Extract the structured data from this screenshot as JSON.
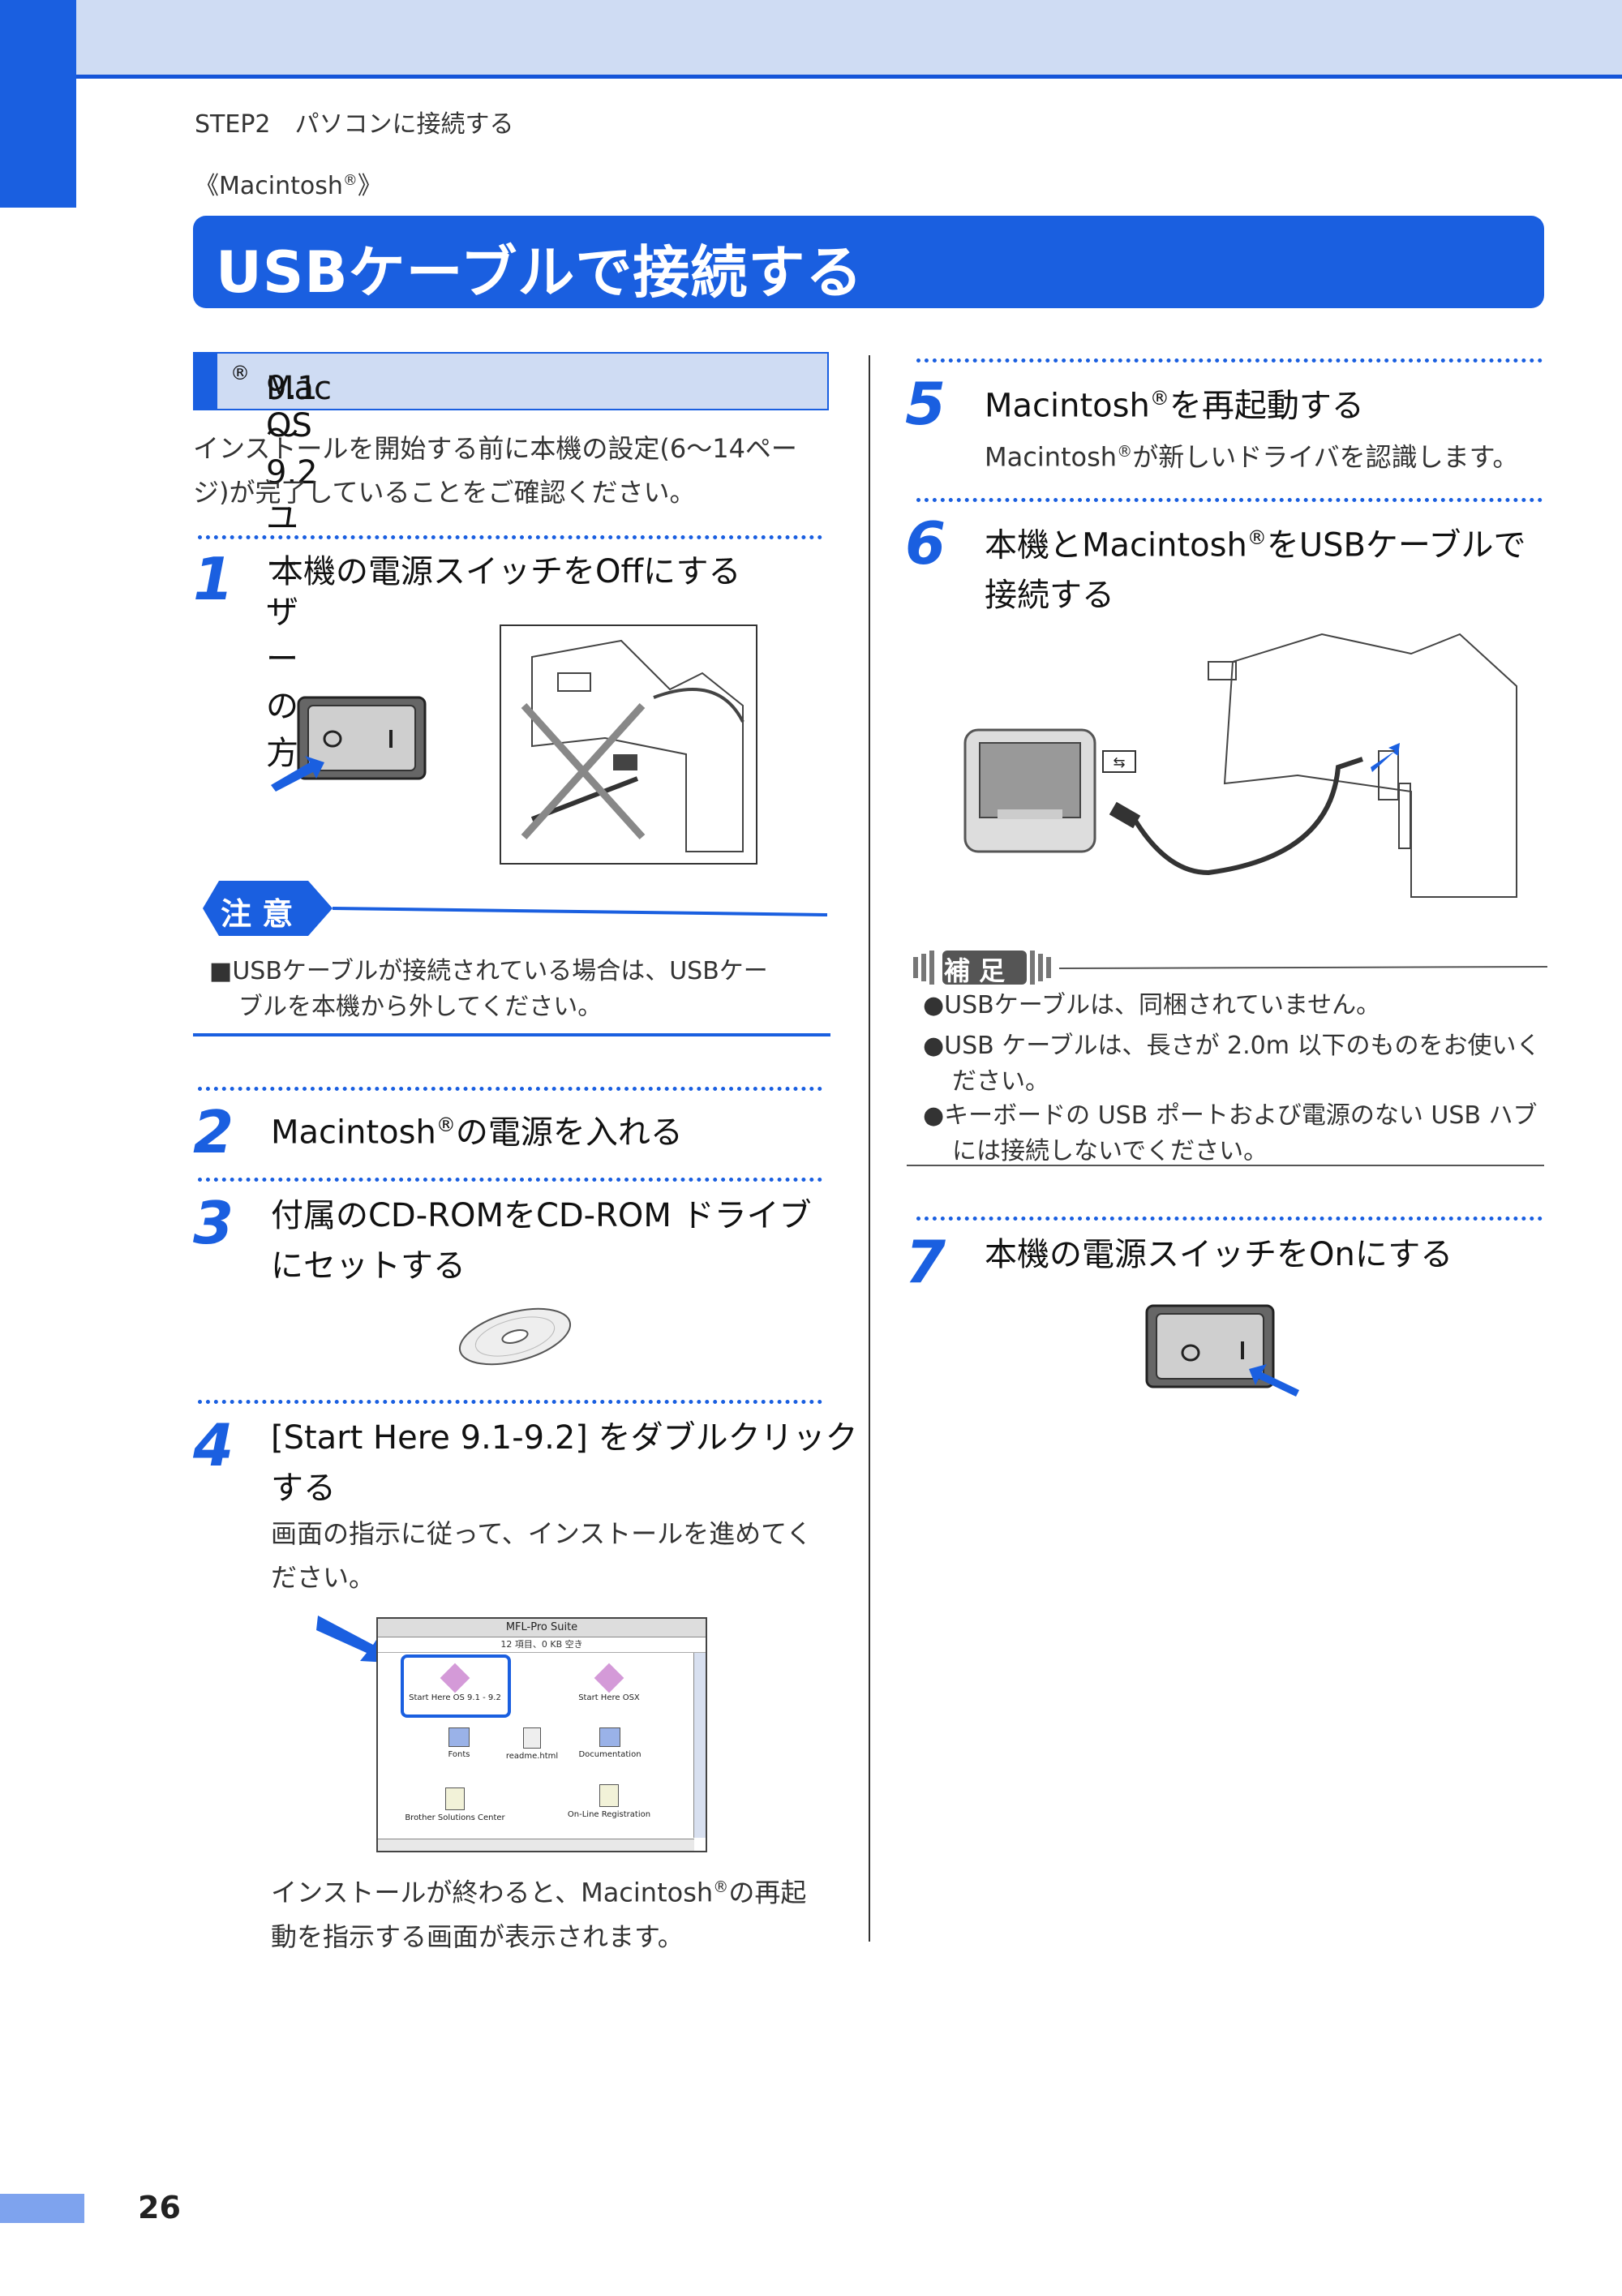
{
  "header": {
    "breadcrumb": "STEP2　パソコンに接続する",
    "subsection": "《Macintosh",
    "subsection_reg": "®",
    "subsection_end": "》"
  },
  "title": "USBケーブルで接続する",
  "left": {
    "subheading": "Mac OS",
    "subheading_reg": "®",
    "subheading_rest": " 9.1～9.2ユーザーの方",
    "intro_line1": "インストールを開始する前に本機の設定(6～14ペー",
    "intro_line2": "ジ)が完了していることをご確認ください。",
    "step1": {
      "num": "1",
      "title": "本機の電源スイッチをOffにする"
    },
    "caution": {
      "badge": "注 意",
      "text_line1": "■USBケーブルが接続されている場合は、USBケー",
      "text_line2": "ブルを本機から外してください。"
    },
    "step2": {
      "num": "2",
      "title": "Macintosh",
      "reg": "®",
      "title_rest": "の電源を入れる"
    },
    "step3": {
      "num": "3",
      "title_line1": "付属のCD-ROMをCD-ROM ドライブ",
      "title_line2": "にセットする"
    },
    "step4": {
      "num": "4",
      "title_line1": "[Start Here 9.1-9.2] をダブルクリック",
      "title_line2": "する",
      "desc_line1": "画面の指示に従って、インストールを進めてく",
      "desc_line2": "ださい。"
    },
    "window": {
      "title": "MFL-Pro Suite",
      "status": "12 項目、0 KB 空き",
      "icons": [
        "Start Here OS 9.1 - 9.2",
        "Start Here OSX",
        "Fonts",
        "readme.html",
        "Documentation",
        "Brother Solutions Center",
        "On-Line Registration"
      ]
    },
    "closing_line1": "インストールが終わると、Macintosh",
    "closing_reg": "®",
    "closing_line1_rest": "の再起",
    "closing_line2": "動を指示する画面が表示されます。"
  },
  "right": {
    "step5": {
      "num": "5",
      "title": "Macintosh",
      "reg": "®",
      "title_rest": "を再起動する",
      "desc": "Macintosh",
      "desc_reg": "®",
      "desc_rest": "が新しいドライバを認識します。"
    },
    "step6": {
      "num": "6",
      "title_line1": "本機とMacintosh",
      "reg": "®",
      "title_line1_rest": "をUSBケーブルで",
      "title_line2": "接続する"
    },
    "supplement": {
      "badge": "補 足",
      "items": [
        {
          "line1": "●USBケーブルは、同梱されていません。",
          "line2": ""
        },
        {
          "line1": "●USB ケーブルは、長さが 2.0m 以下のものをお使いく",
          "line2": "ださい。"
        },
        {
          "line1": "●キーボードの USB ポートおよび電源のない USB ハブ",
          "line2": "には接続しないでください。"
        }
      ]
    },
    "step7": {
      "num": "7",
      "title": "本機の電源スイッチをOnにする"
    }
  },
  "footer": {
    "page_number": "26"
  },
  "colors": {
    "accent": "#1a5fe0",
    "light": "#cfdcf3"
  }
}
